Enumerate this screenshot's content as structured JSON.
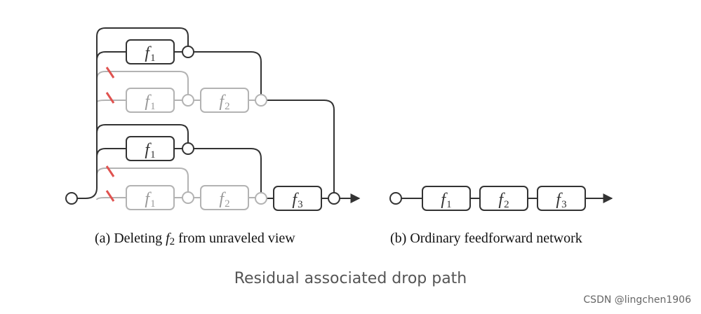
{
  "diagram": {
    "block_prefix": "f",
    "block_indices": [
      "1",
      "2",
      "3"
    ],
    "colors": {
      "active": "#333333",
      "inactive": "#b3b3b3",
      "dropped_mark": "#e0524f"
    },
    "panel_a": {
      "caption_prefix": "(a) Deleting ",
      "caption_var": "f",
      "caption_sub": "2",
      "caption_suffix": " from unraveled view"
    },
    "panel_b": {
      "caption": "(b) Ordinary feedforward network"
    }
  },
  "caption": "Residual associated drop path",
  "watermark": "CSDN @lingchen1906"
}
